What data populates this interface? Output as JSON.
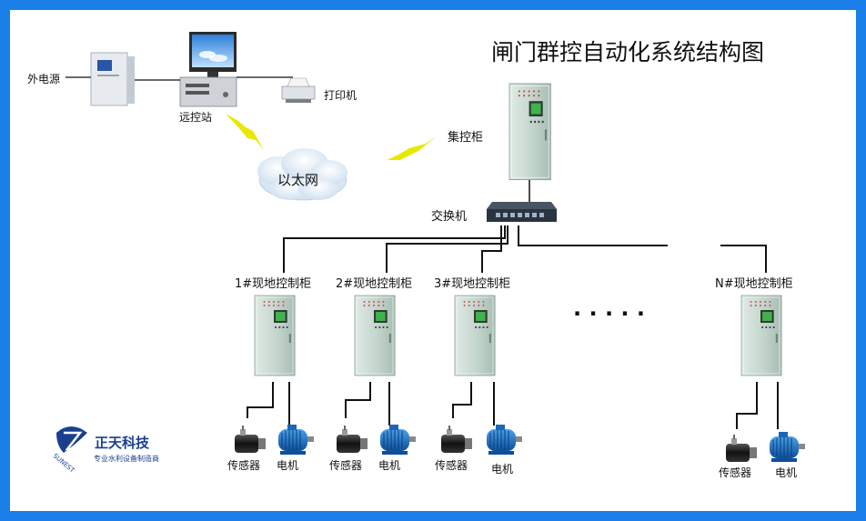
{
  "title": "闸门群控自动化系统结构图",
  "labels": {
    "power": "外电源",
    "remote_station": "远控站",
    "printer": "打印机",
    "central_cabinet": "集控柜",
    "ethernet": "以太网",
    "switch": "交换机",
    "ellipsis": ". . . . ."
  },
  "cabinets": [
    {
      "label": "1#现地控制柜",
      "sensor": "传感器",
      "motor": "电机"
    },
    {
      "label": "2#现地控制柜",
      "sensor": "传感器",
      "motor": "电机"
    },
    {
      "label": "3#现地控制柜",
      "sensor": "传感器",
      "motor": "电机"
    },
    {
      "label": "N#现地控制柜",
      "sensor": "传感器",
      "motor": "电机"
    }
  ],
  "logo": {
    "company": "正天科技",
    "tagline": "专业水利设备制造商",
    "mark_text": "SUNEST"
  },
  "colors": {
    "frame": "#1a7fe8",
    "cabinet": "#c9d9d2",
    "lightning": "#e8e800",
    "logo": "#1b3f8f"
  }
}
